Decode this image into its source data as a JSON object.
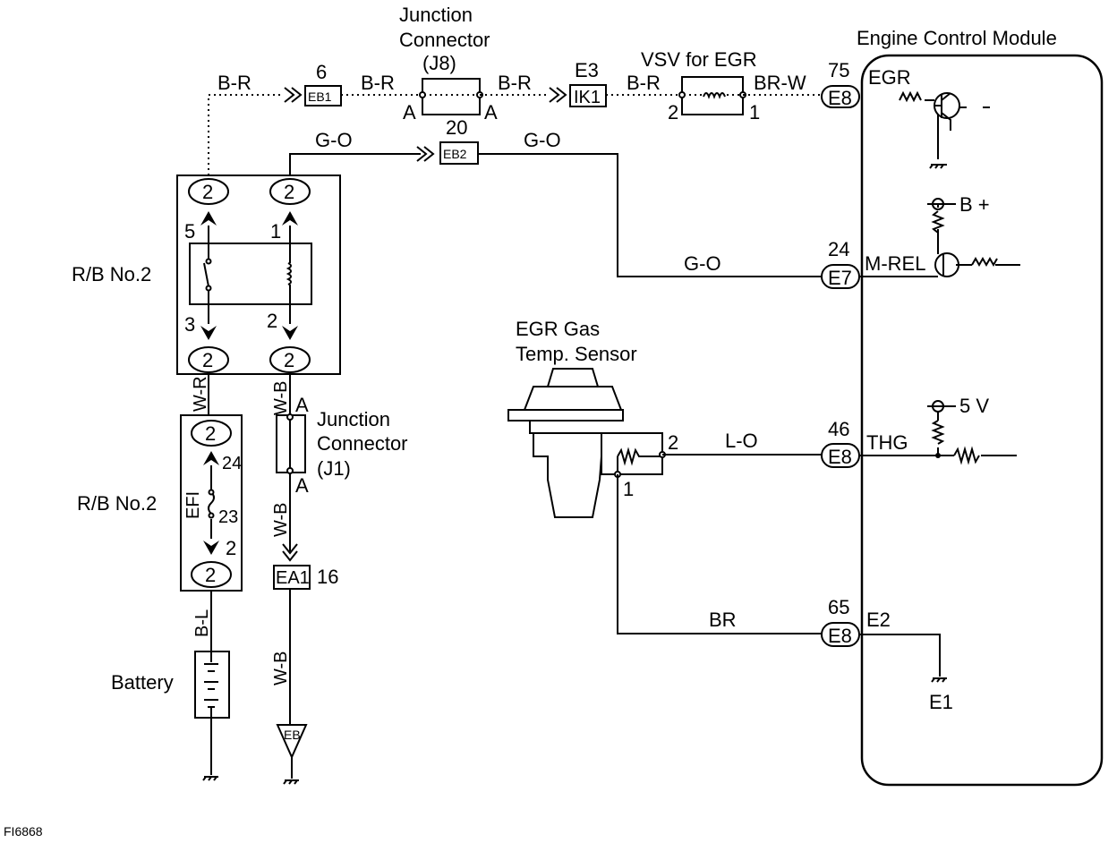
{
  "labels": {
    "jc_j8_l1": "Junction",
    "jc_j8_l2": "Connector",
    "jc_j8_l3": "(J8)",
    "ecm": "Engine Control Module",
    "vsv": "VSV for EGR",
    "egr_sensor_l1": "EGR Gas",
    "egr_sensor_l2": "Temp. Sensor",
    "rb2_top": "R/B No.2",
    "rb2_bottom": "R/B No.2",
    "battery": "Battery",
    "jc_j1_l1": "Junction",
    "jc_j1_l2": "Connector",
    "jc_j1_l3": "(J1)",
    "fig_id": "FI6868",
    "efi": "EFI"
  },
  "connectors": {
    "eb1": "EB1",
    "eb1_pin": "6",
    "eb2": "EB2",
    "eb2_pin": "20",
    "ik1": "IK1",
    "ik1_pin": "E3",
    "ea1": "EA1",
    "ea1_pin": "16",
    "ground_eb": "EB",
    "e8_top": "E8",
    "e8_top_pin": "75",
    "e7": "E7",
    "e7_pin": "24",
    "e8_thg": "E8",
    "e8_thg_pin": "46",
    "e8_e2": "E8",
    "e8_e2_pin": "65",
    "circle2": "2"
  },
  "wires": {
    "br1": "B-R",
    "br2": "B-R",
    "br3": "B-R",
    "br4": "B-R",
    "brw": "BR-W",
    "go1": "G-O",
    "go2": "G-O",
    "go3": "G-O",
    "wr": "W-R",
    "wb1": "W-B",
    "wb2": "W-B",
    "wb3": "W-B",
    "bl": "B-L",
    "lo": "L-O",
    "br": "BR"
  },
  "pins": {
    "j8_a_left": "A",
    "j8_a_right": "A",
    "vsv_2": "2",
    "vsv_1": "1",
    "relay_5": "5",
    "relay_1": "1",
    "relay_3": "3",
    "relay_2": "2",
    "fuse_24": "24",
    "fuse_23": "23",
    "fuse_2": "2",
    "j1_a_top": "A",
    "j1_a_bottom": "A",
    "sensor_2": "2",
    "sensor_1": "1"
  },
  "ecm_terminals": {
    "egr": "EGR",
    "b_plus": "B +",
    "mrel": "M-REL",
    "five_v": "5 V",
    "thg": "THG",
    "e2": "E2",
    "e1": "E1"
  }
}
